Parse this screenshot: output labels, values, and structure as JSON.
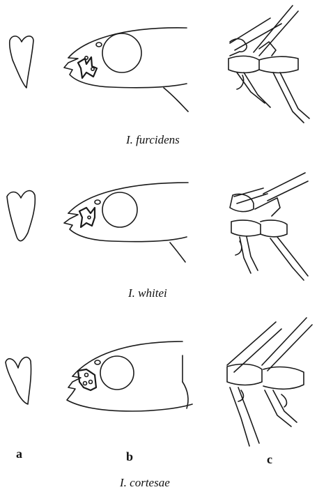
{
  "figure": {
    "rows": [
      {
        "species": "I. furcidens",
        "panels": [
          "tooth",
          "head",
          "vertebrae"
        ]
      },
      {
        "species": "I. whitei",
        "panels": [
          "tooth",
          "head",
          "vertebrae"
        ]
      },
      {
        "species": "I. cortesae",
        "panels": [
          "tooth",
          "head",
          "vertebrae"
        ]
      }
    ],
    "panel_labels": [
      "a",
      "b",
      "c"
    ]
  }
}
